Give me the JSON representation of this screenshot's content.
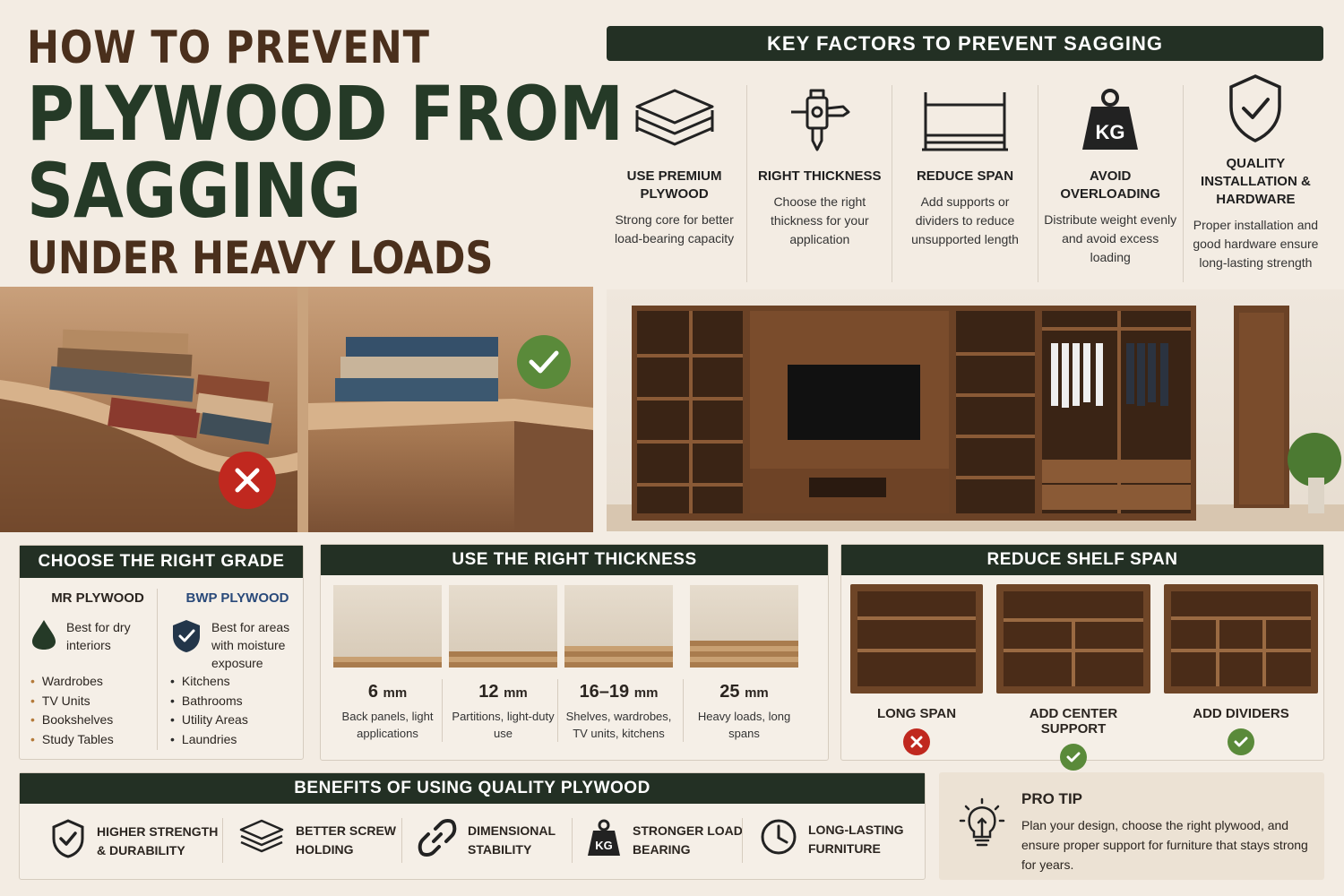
{
  "title": {
    "line1": "HOW TO PREVENT",
    "line2": "PLYWOOD FROM",
    "line3": "SAGGING",
    "line4": "UNDER HEAVY LOADS"
  },
  "key_factors": {
    "heading": "KEY FACTORS TO PREVENT SAGGING",
    "items": [
      {
        "title": "USE PREMIUM PLYWOOD",
        "desc": "Strong core for better load-bearing capacity",
        "icon": "layers-icon"
      },
      {
        "title": "RIGHT THICKNESS",
        "desc": "Choose the right thickness for your application",
        "icon": "caliper-icon"
      },
      {
        "title": "REDUCE SPAN",
        "desc": "Add supports or dividers to reduce unsupported length",
        "icon": "shelf-frame-icon"
      },
      {
        "title": "AVOID OVERLOADING",
        "desc": "Distribute weight evenly and avoid excess loading",
        "icon": "kg-weight-icon",
        "kg": "KG"
      },
      {
        "title": "QUALITY INSTALLATION & HARDWARE",
        "desc": "Proper installation and good hardware ensure long-lasting strength",
        "icon": "shield-check-icon"
      }
    ]
  },
  "grade": {
    "heading": "CHOOSE THE RIGHT GRADE",
    "mr": {
      "title": "MR PLYWOOD",
      "desc": "Best for dry interiors",
      "uses": [
        "Wardrobes",
        "TV Units",
        "Bookshelves",
        "Study Tables"
      ]
    },
    "bwp": {
      "title": "BWP PLYWOOD",
      "desc": "Best for areas with moisture exposure",
      "uses": [
        "Kitchens",
        "Bathrooms",
        "Utility Areas",
        "Laundries"
      ]
    }
  },
  "thickness": {
    "heading": "USE THE RIGHT THICKNESS",
    "items": [
      {
        "value": "6",
        "unit": "mm",
        "use": "Back panels, light applications",
        "layers": 2
      },
      {
        "value": "12",
        "unit": "mm",
        "use": "Partitions, light-duty use",
        "layers": 3
      },
      {
        "value": "16–19",
        "unit": "mm",
        "use": "Shelves, wardrobes, TV units, kitchens",
        "layers": 4
      },
      {
        "value": "25",
        "unit": "mm",
        "use": "Heavy loads, long spans",
        "layers": 5
      }
    ]
  },
  "span": {
    "heading": "REDUCE SHELF SPAN",
    "items": [
      {
        "label": "LONG SPAN",
        "status": "bad"
      },
      {
        "label": "ADD CENTER SUPPORT",
        "status": "good"
      },
      {
        "label": "ADD DIVIDERS",
        "status": "good"
      }
    ]
  },
  "benefits": {
    "heading": "BENEFITS OF USING QUALITY PLYWOOD",
    "items": [
      {
        "line1": "HIGHER STRENGTH",
        "line2": "& DURABILITY",
        "icon": "shield-check-icon"
      },
      {
        "line1": "BETTER SCREW",
        "line2": "HOLDING",
        "icon": "layers-icon"
      },
      {
        "line1": "DIMENSIONAL",
        "line2": "STABILITY",
        "icon": "chain-link-icon"
      },
      {
        "line1": "STRONGER LOAD",
        "line2": "BEARING",
        "icon": "kg-weight-icon",
        "kg": "KG"
      },
      {
        "line1": "LONG-LASTING",
        "line2": "FURNITURE",
        "icon": "clock-icon"
      }
    ]
  },
  "pro_tip": {
    "heading": "PRO TIP",
    "text": "Plan your design, choose the right plywood, and ensure proper support for furniture that stays strong for years."
  },
  "colors": {
    "dark_green": "#233024",
    "brown": "#4a2f1c",
    "bad_red": "#c0281f",
    "good_green": "#5a8a3a"
  }
}
